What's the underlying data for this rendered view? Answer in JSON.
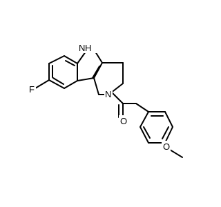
{
  "molecule": {
    "atoms": {
      "N_indole": {
        "symbol": "N",
        "label": "H",
        "color": "#000000"
      },
      "N_amide": {
        "symbol": "N",
        "label": "N",
        "color": "#000000"
      },
      "O_carbonyl": {
        "symbol": "O",
        "label": "O",
        "color": "#000000"
      },
      "F": {
        "symbol": "F",
        "label": "F",
        "color": "#000000"
      },
      "O_methoxy": {
        "symbol": "O",
        "label": "O",
        "color": "#000000"
      }
    }
  }
}
